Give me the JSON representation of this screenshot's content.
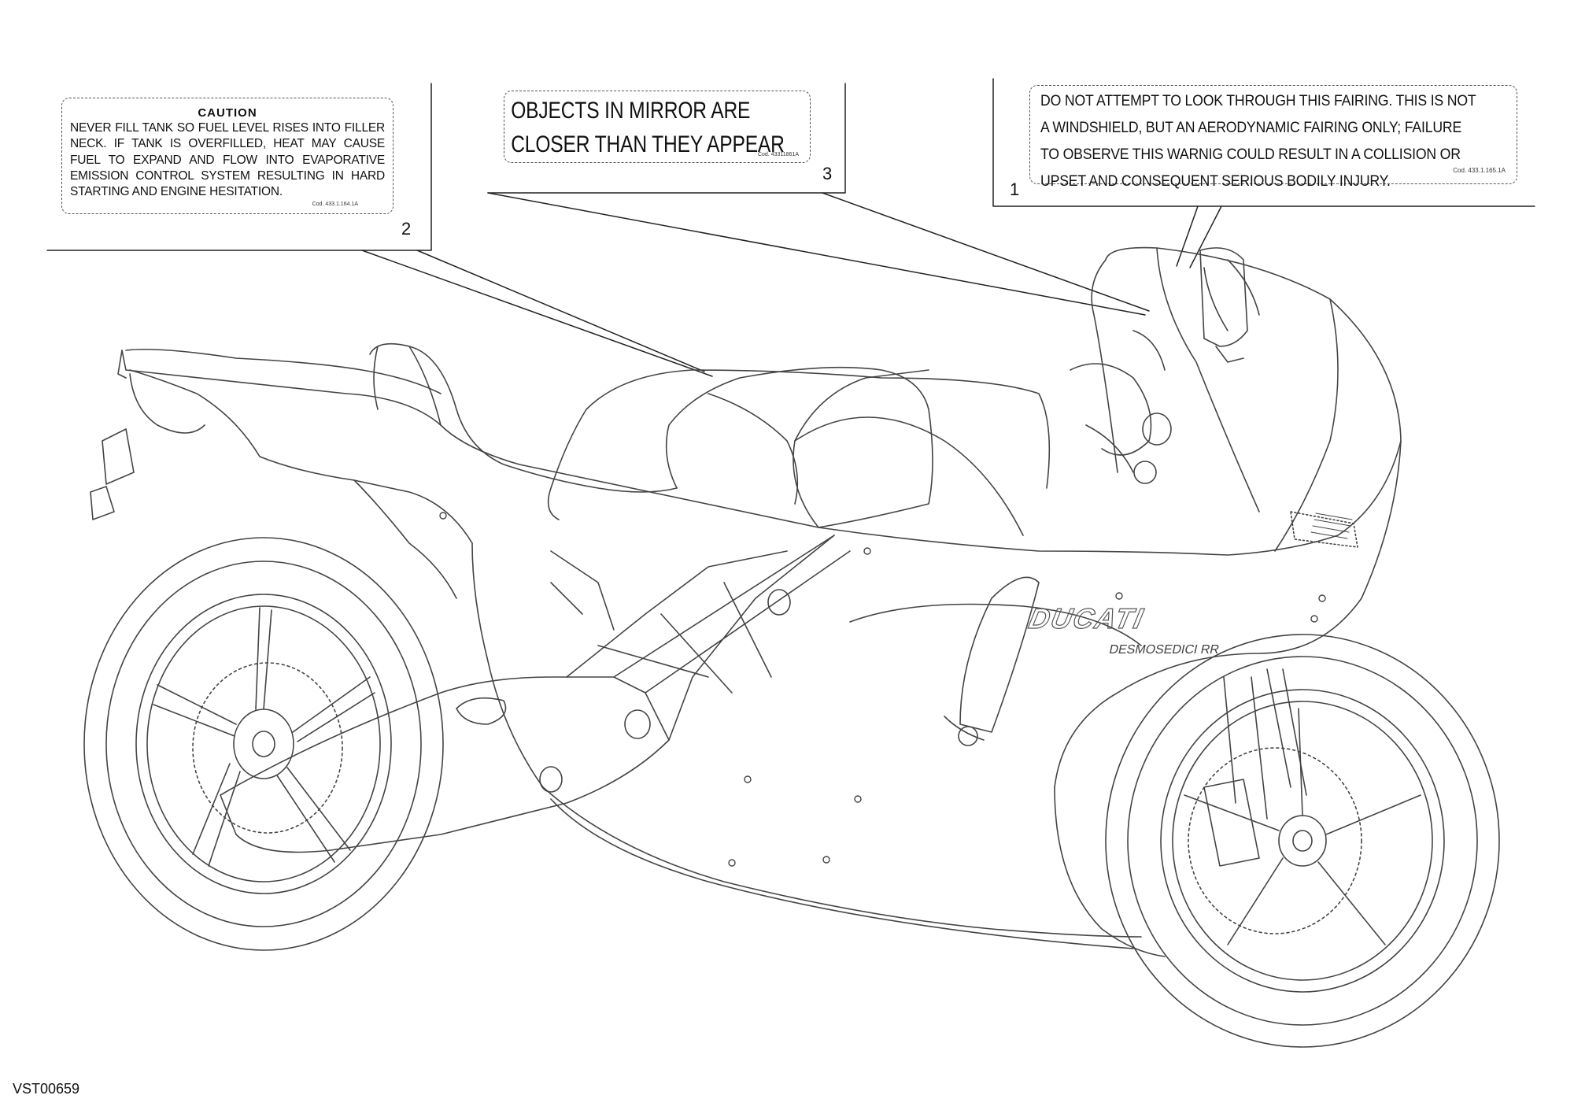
{
  "labels": {
    "fuel_caution": {
      "title": "CAUTION",
      "lines": [
        "NEVER FILL TANK SO FUEL LEVEL RISES INTO FILLER",
        "NECK. IF TANK IS OVERFILLED, HEAT MAY CAUSE",
        "FUEL TO EXPAND AND FLOW INTO EVAPORATIVE",
        "EMISSION CONTROL SYSTEM RESULTING IN HARD",
        "STARTING AND ENGINE HESITATION."
      ],
      "code": "Cod. 433.1.164.1A"
    },
    "mirror": {
      "lines": [
        "OBJECTS IN MIRROR ARE",
        "CLOSER THAN THEY APPEAR"
      ],
      "code": "Cod. 43311861A"
    },
    "fairing": {
      "lines": [
        "DO NOT ATTEMPT TO LOOK THROUGH THIS FAIRING. THIS IS NOT",
        "A WINDSHIELD, BUT AN AERODYNAMIC FAIRING ONLY; FAILURE",
        "TO OBSERVE THIS WARNIG COULD RESULT IN A COLLISION OR",
        "UPSET AND CONSEQUENT SERIOUS BODILY INJURY."
      ],
      "code": "Cod. 433.1.165.1A"
    }
  },
  "callouts": {
    "fairing": "1",
    "fuel_caution": "2",
    "mirror": "3"
  },
  "bike": {
    "brand": "DUCATI",
    "model": "DESMOSEDICI RR"
  },
  "reference": "VST00659"
}
